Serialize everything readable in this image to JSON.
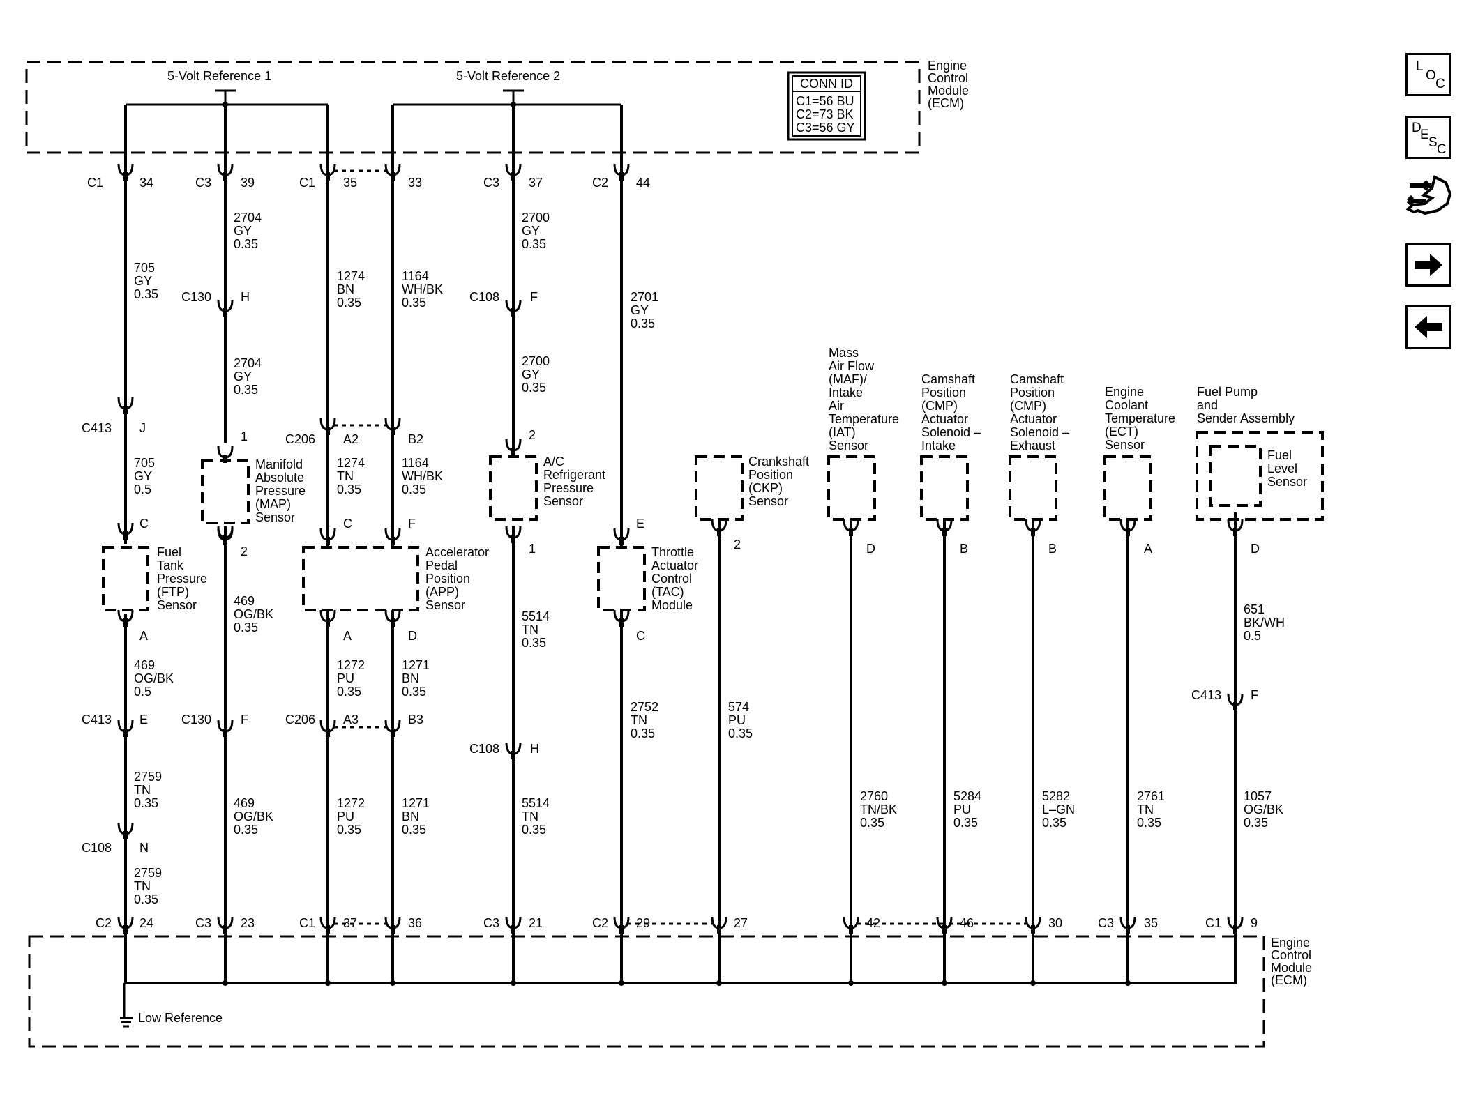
{
  "ecm": {
    "name": "Engine\nControl\nModule\n(ECM)"
  },
  "references": {
    "ref1": "5-Volt Reference 1",
    "ref2": "5-Volt Reference 2",
    "low": "Low Reference"
  },
  "conn_table": {
    "title": "CONN ID",
    "rows": [
      "C1=56 BU",
      "C2=73 BK",
      "C3=56 GY"
    ]
  },
  "columns": {
    "ftp": {
      "top_conn": "C1",
      "top_pin": "34",
      "w1": {
        "circuit": "705",
        "color": "GY",
        "gauge": "0.35"
      },
      "c413": {
        "conn": "C413",
        "pin": "J"
      },
      "w2": {
        "circuit": "705",
        "color": "GY",
        "gauge": "0.5"
      },
      "pin_top": "C",
      "sensor": "Fuel\nTank\nPressure\n(FTP)\nSensor",
      "pin_bot": "A",
      "w3": {
        "circuit": "469",
        "color": "OG/BK",
        "gauge": "0.5"
      },
      "c413b": {
        "conn": "C413",
        "pin": "E"
      },
      "w4": {
        "circuit": "2759",
        "color": "TN",
        "gauge": "0.35"
      },
      "c108": {
        "conn": "C108",
        "pin": "N"
      },
      "w5": {
        "circuit": "2759",
        "color": "TN",
        "gauge": "0.35"
      },
      "bot_conn": "C2",
      "bot_pin": "24"
    },
    "map": {
      "top_conn": "C3",
      "top_pin": "39",
      "w1": {
        "circuit": "2704",
        "color": "GY",
        "gauge": "0.35"
      },
      "c130": {
        "conn": "C130",
        "pin": "H"
      },
      "w2": {
        "circuit": "2704",
        "color": "GY",
        "gauge": "0.35"
      },
      "pin_top": "1",
      "sensor": "Manifold\nAbsolute\nPressure\n(MAP)\nSensor",
      "pin_bot": "2",
      "w3": {
        "circuit": "469",
        "color": "OG/BK",
        "gauge": "0.35"
      },
      "c130b": {
        "conn": "C130",
        "pin": "F"
      },
      "w4": {
        "circuit": "469",
        "color": "OG/BK",
        "gauge": "0.35"
      },
      "bot_conn": "C3",
      "bot_pin": "23"
    },
    "app1": {
      "top_conn": "C1",
      "top_pin": "35",
      "w1": {
        "circuit": "1274",
        "color": "BN",
        "gauge": "0.35"
      },
      "c206": {
        "conn": "C206",
        "pin": "A2"
      },
      "w2": {
        "circuit": "1274",
        "color": "TN",
        "gauge": "0.35"
      },
      "pin_top": "C",
      "pin_bot": "A",
      "w3": {
        "circuit": "1272",
        "color": "PU",
        "gauge": "0.35"
      },
      "c206b": {
        "conn": "C206",
        "pin": "A3"
      },
      "w4": {
        "circuit": "1272",
        "color": "PU",
        "gauge": "0.35"
      },
      "bot_conn": "C1",
      "bot_pin": "37"
    },
    "app2": {
      "top_pin": "33",
      "w1": {
        "circuit": "1164",
        "color": "WH/BK",
        "gauge": "0.35"
      },
      "c206_pin": "B2",
      "w2": {
        "circuit": "1164",
        "color": "WH/BK",
        "gauge": "0.35"
      },
      "pin_top": "F",
      "sensor": "Accelerator\nPedal\nPosition\n(APP)\nSensor",
      "pin_bot": "D",
      "w3": {
        "circuit": "1271",
        "color": "BN",
        "gauge": "0.35"
      },
      "c206b_pin": "B3",
      "w4": {
        "circuit": "1271",
        "color": "BN",
        "gauge": "0.35"
      },
      "bot_pin": "36"
    },
    "ac": {
      "top_conn": "C3",
      "top_pin": "37",
      "w1": {
        "circuit": "2700",
        "color": "GY",
        "gauge": "0.35"
      },
      "c108": {
        "conn": "C108",
        "pin": "F"
      },
      "w2": {
        "circuit": "2700",
        "color": "GY",
        "gauge": "0.35"
      },
      "pin_top": "2",
      "sensor": "A/C\nRefrigerant\nPressure\nSensor",
      "pin_bot": "1",
      "w3": {
        "circuit": "5514",
        "color": "TN",
        "gauge": "0.35"
      },
      "c108b": {
        "conn": "C108",
        "pin": "H"
      },
      "w4": {
        "circuit": "5514",
        "color": "TN",
        "gauge": "0.35"
      },
      "bot_conn": "C3",
      "bot_pin": "21"
    },
    "tac": {
      "top_conn": "C2",
      "top_pin": "44",
      "w1": {
        "circuit": "2701",
        "color": "GY",
        "gauge": "0.35"
      },
      "pin_top": "E",
      "sensor": "Throttle\nActuator\nControl\n(TAC)\nModule",
      "pin_bot": "C",
      "w2": {
        "circuit": "2752",
        "color": "TN",
        "gauge": "0.35"
      },
      "bot_conn": "C2",
      "bot_pin": "29"
    },
    "ckp": {
      "sensor": "Crankshaft\nPosition\n(CKP)\nSensor",
      "pin": "2",
      "w1": {
        "circuit": "574",
        "color": "PU",
        "gauge": "0.35"
      },
      "bot_pin": "27"
    },
    "maf": {
      "sensor": "Mass\nAir Flow\n(MAF)/\nIntake\nAir\nTemperature\n(IAT)\nSensor",
      "pin": "D",
      "w1": {
        "circuit": "2760",
        "color": "TN/BK",
        "gauge": "0.35"
      },
      "bot_pin": "42"
    },
    "cmp_in": {
      "sensor": "Camshaft\nPosition\n(CMP)\nActuator\nSolenoid –\nIntake",
      "pin": "B",
      "w1": {
        "circuit": "5284",
        "color": "PU",
        "gauge": "0.35"
      },
      "bot_pin": "46"
    },
    "cmp_ex": {
      "sensor": "Camshaft\nPosition\n(CMP)\nActuator\nSolenoid –\nExhaust",
      "pin": "B",
      "w1": {
        "circuit": "5282",
        "color": "L–GN",
        "gauge": "0.35"
      },
      "bot_pin": "30"
    },
    "ect": {
      "sensor": "Engine\nCoolant\nTemperature\n(ECT)\nSensor",
      "pin": "A",
      "w1": {
        "circuit": "2761",
        "color": "TN",
        "gauge": "0.35"
      },
      "bot_conn": "C3",
      "bot_pin": "35"
    },
    "fuel": {
      "assembly": "Fuel Pump\nand\nSender Assembly",
      "sensor": "Fuel\nLevel\nSensor",
      "pin": "D",
      "w1": {
        "circuit": "651",
        "color": "BK/WH",
        "gauge": "0.5"
      },
      "c413": {
        "conn": "C413",
        "pin": "F"
      },
      "w2": {
        "circuit": "1057",
        "color": "OG/BK",
        "gauge": "0.35"
      },
      "bot_conn": "C1",
      "bot_pin": "9"
    }
  },
  "nav": {
    "loc": [
      "L",
      "O",
      "C"
    ],
    "desc": [
      "D",
      "E",
      "S",
      "C"
    ],
    "icons": [
      "hand-pointer-icon",
      "arrow-right-icon",
      "arrow-left-icon"
    ]
  }
}
